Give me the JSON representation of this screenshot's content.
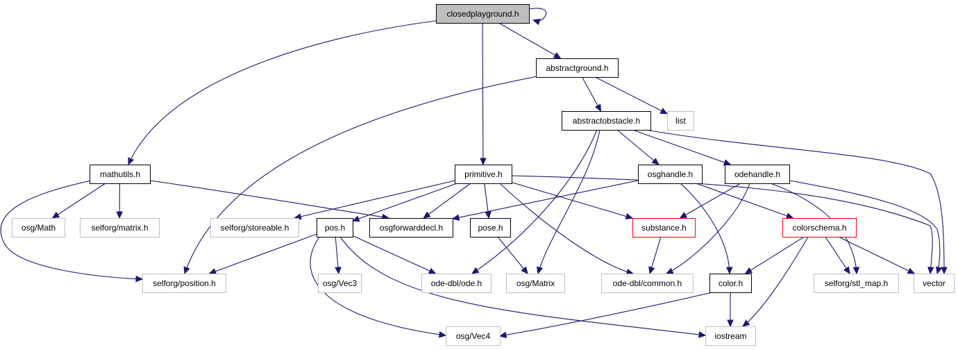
{
  "graph": {
    "root": "closedplayground.h",
    "nodes": [
      {
        "id": "closedplayground",
        "label": "closedplayground.h",
        "style": "root"
      },
      {
        "id": "abstractground",
        "label": "abstractground.h",
        "style": "file"
      },
      {
        "id": "abstractobstacle",
        "label": "abstractobstacle.h",
        "style": "file"
      },
      {
        "id": "list",
        "label": "list",
        "style": "external"
      },
      {
        "id": "mathutils",
        "label": "mathutils.h",
        "style": "file"
      },
      {
        "id": "primitive",
        "label": "primitive.h",
        "style": "file"
      },
      {
        "id": "osghandle",
        "label": "osghandle.h",
        "style": "file"
      },
      {
        "id": "odehandle",
        "label": "odehandle.h",
        "style": "file"
      },
      {
        "id": "osgmath",
        "label": "osg/Math",
        "style": "external"
      },
      {
        "id": "sfmatrix",
        "label": "selforg/matrix.h",
        "style": "external"
      },
      {
        "id": "storeable",
        "label": "selforg/storeable.h",
        "style": "external"
      },
      {
        "id": "pos",
        "label": "pos.h",
        "style": "file"
      },
      {
        "id": "osgfwd",
        "label": "osgforwarddecl.h",
        "style": "file"
      },
      {
        "id": "pose",
        "label": "pose.h",
        "style": "file"
      },
      {
        "id": "substance",
        "label": "substance.h",
        "style": "truncated"
      },
      {
        "id": "colorschema",
        "label": "colorschema.h",
        "style": "truncated"
      },
      {
        "id": "position",
        "label": "selforg/position.h",
        "style": "external"
      },
      {
        "id": "vec3",
        "label": "osg/Vec3",
        "style": "external"
      },
      {
        "id": "odedbl",
        "label": "ode-dbl/ode.h",
        "style": "external"
      },
      {
        "id": "osgmatrix",
        "label": "osg/Matrix",
        "style": "external"
      },
      {
        "id": "common",
        "label": "ode-dbl/common.h",
        "style": "external"
      },
      {
        "id": "color",
        "label": "color.h",
        "style": "file"
      },
      {
        "id": "stlmap",
        "label": "selforg/stl_map.h",
        "style": "external"
      },
      {
        "id": "vector",
        "label": "vector",
        "style": "external"
      },
      {
        "id": "vec4",
        "label": "osg/Vec4",
        "style": "external"
      },
      {
        "id": "iostream",
        "label": "iostream",
        "style": "external"
      }
    ],
    "edges": [
      [
        "closedplayground",
        "closedplayground"
      ],
      [
        "closedplayground",
        "abstractground"
      ],
      [
        "closedplayground",
        "mathutils"
      ],
      [
        "closedplayground",
        "primitive"
      ],
      [
        "abstractground",
        "abstractobstacle"
      ],
      [
        "abstractground",
        "list"
      ],
      [
        "abstractground",
        "position"
      ],
      [
        "abstractobstacle",
        "osghandle"
      ],
      [
        "abstractobstacle",
        "odehandle"
      ],
      [
        "abstractobstacle",
        "vector"
      ],
      [
        "abstractobstacle",
        "odedbl"
      ],
      [
        "abstractobstacle",
        "osgmatrix"
      ],
      [
        "mathutils",
        "osgmath"
      ],
      [
        "mathutils",
        "sfmatrix"
      ],
      [
        "mathutils",
        "position"
      ],
      [
        "mathutils",
        "osgfwd"
      ],
      [
        "primitive",
        "storeable"
      ],
      [
        "primitive",
        "pos"
      ],
      [
        "primitive",
        "osgfwd"
      ],
      [
        "primitive",
        "pose"
      ],
      [
        "primitive",
        "substance"
      ],
      [
        "primitive",
        "common"
      ],
      [
        "primitive",
        "vector"
      ],
      [
        "osghandle",
        "osgfwd"
      ],
      [
        "osghandle",
        "colorschema"
      ],
      [
        "osghandle",
        "color"
      ],
      [
        "odehandle",
        "substance"
      ],
      [
        "odehandle",
        "common"
      ],
      [
        "odehandle",
        "stlmap"
      ],
      [
        "odehandle",
        "vector"
      ],
      [
        "pos",
        "position"
      ],
      [
        "pos",
        "vec3"
      ],
      [
        "pos",
        "odedbl"
      ],
      [
        "pos",
        "vec4"
      ],
      [
        "pos",
        "iostream"
      ],
      [
        "pose",
        "osgmatrix"
      ],
      [
        "substance",
        "common"
      ],
      [
        "colorschema",
        "color"
      ],
      [
        "colorschema",
        "stlmap"
      ],
      [
        "colorschema",
        "vector"
      ],
      [
        "colorschema",
        "iostream"
      ],
      [
        "color",
        "vec4"
      ],
      [
        "color",
        "iostream"
      ]
    ]
  },
  "colors": {
    "edge": "#191970",
    "root_fill": "#bfbfbf",
    "root_border": "#000000",
    "file_border": "#000000",
    "external_border": "#bfbfbf",
    "truncated_border": "#ff0000"
  }
}
